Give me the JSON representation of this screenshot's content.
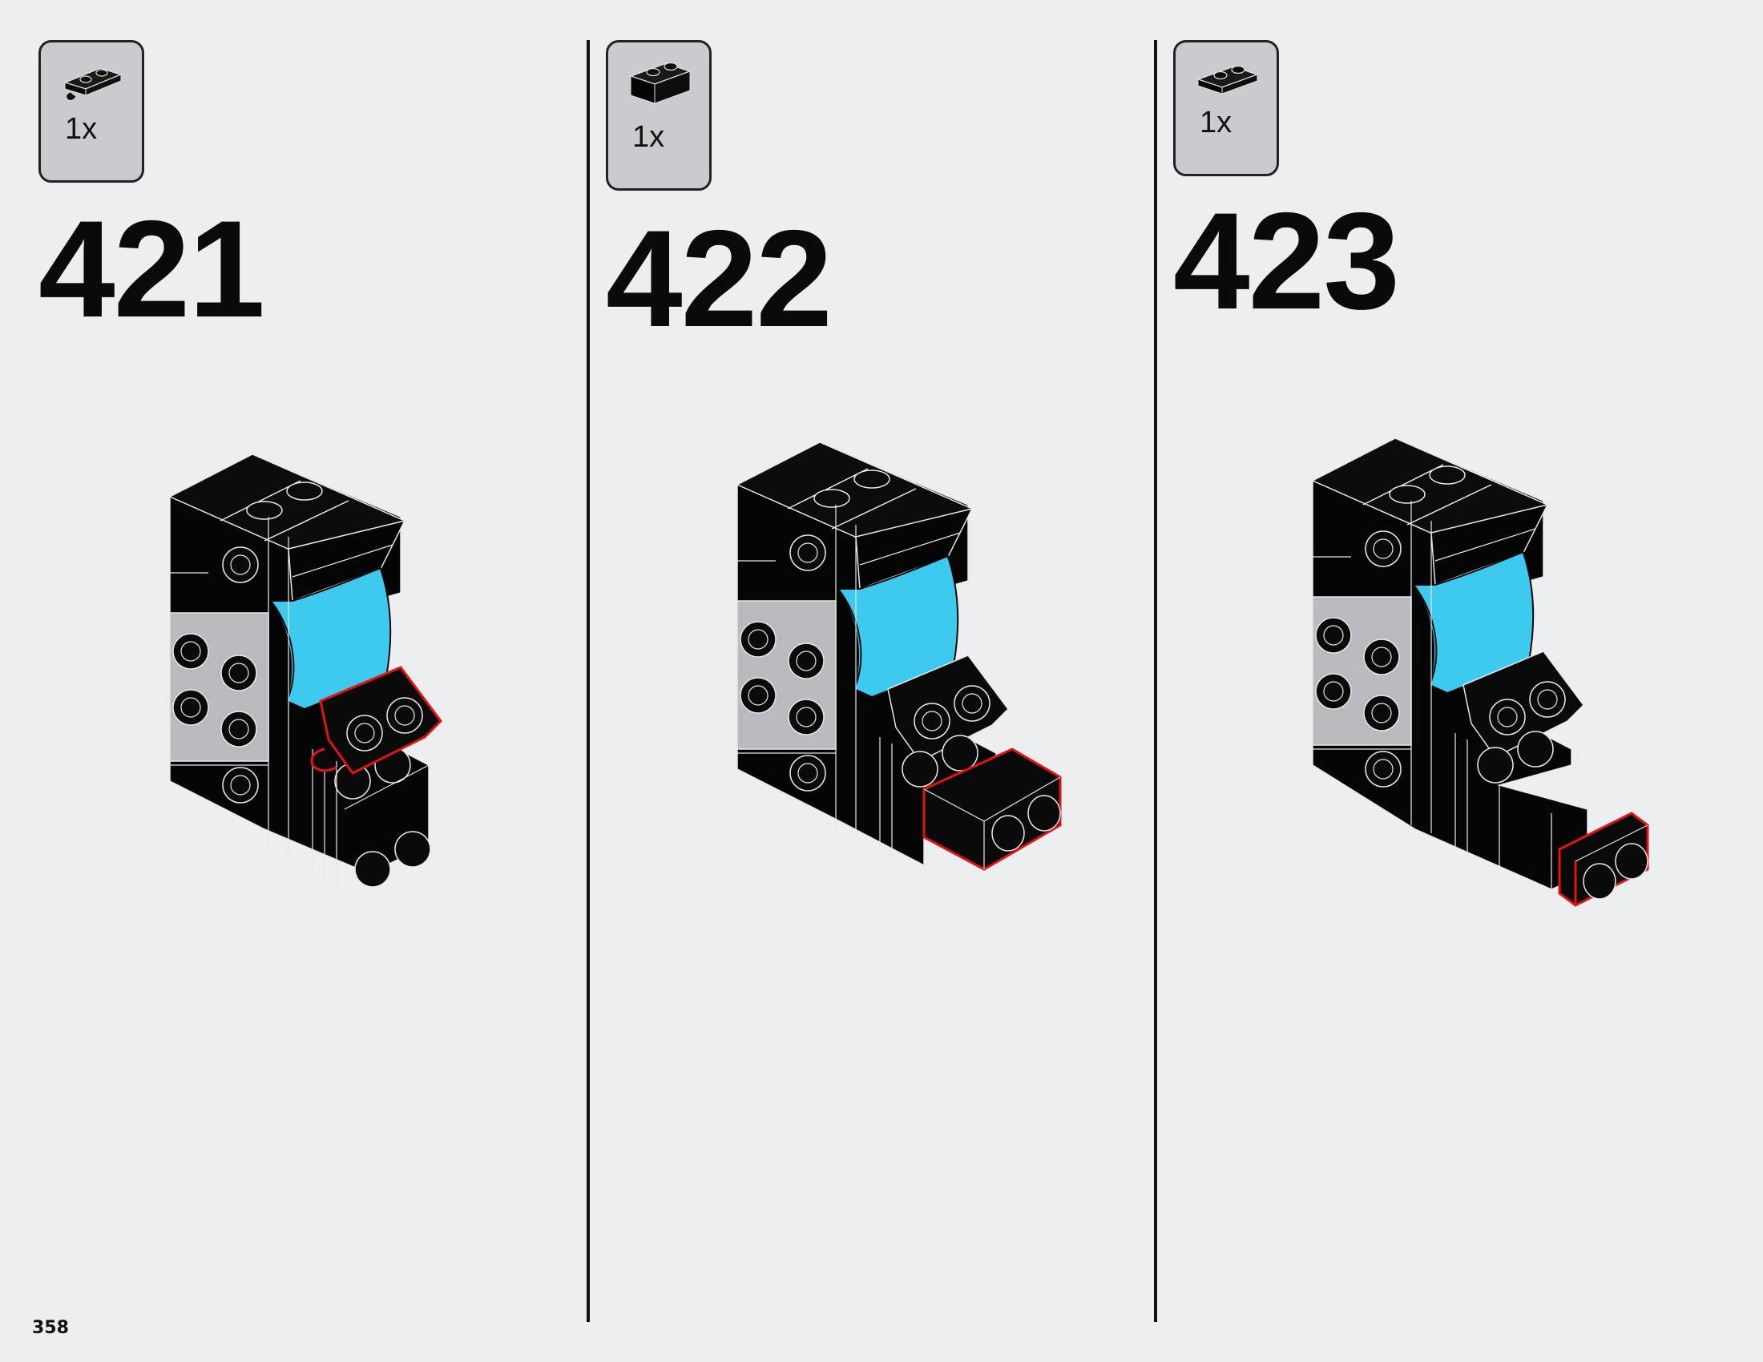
{
  "page": {
    "page_number": "358",
    "background_color": "#eceef0",
    "highlight_color": "#e11414",
    "accent_color": "#3ec9ee"
  },
  "steps": [
    {
      "number": "421",
      "parts": [
        {
          "icon": "plate-1x2-clip-icon",
          "quantity": "1x"
        }
      ]
    },
    {
      "number": "422",
      "parts": [
        {
          "icon": "brick-1x2-icon",
          "quantity": "1x"
        }
      ]
    },
    {
      "number": "423",
      "parts": [
        {
          "icon": "plate-1x2-icon",
          "quantity": "1x"
        }
      ]
    }
  ]
}
